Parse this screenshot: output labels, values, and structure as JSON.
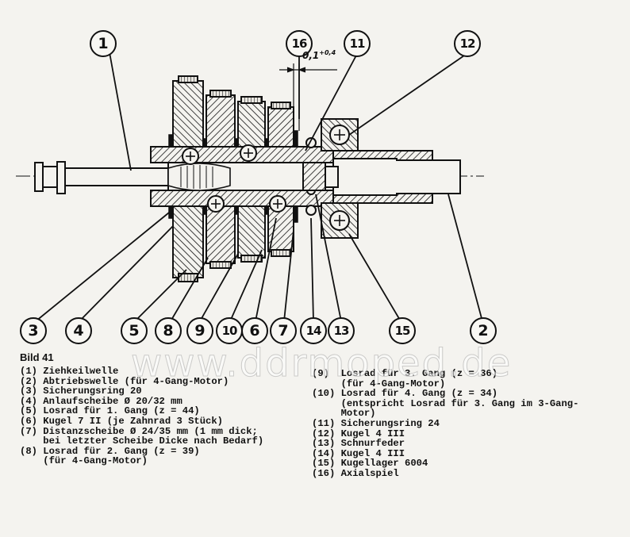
{
  "figure": {
    "label": "Bild 41",
    "tolerance": "0,1",
    "tolerance_sup": "+0,4"
  },
  "callouts": [
    "1",
    "16",
    "11",
    "12",
    "3",
    "4",
    "5",
    "8",
    "9",
    "10",
    "6",
    "7",
    "14",
    "13",
    "15",
    "2"
  ],
  "legend_left": [
    "(1) Ziehkeilwelle",
    "(2) Abtriebswelle (für 4-Gang-Motor)",
    "(3) Sicherungsring 20",
    "(4) Anlaufscheibe Ø 20/32 mm",
    "(5) Losrad für 1. Gang (z = 44)",
    "(6) Kugel 7 II (je Zahnrad 3 Stück)",
    "(7) Distanzscheibe Ø 24/35 mm (1 mm dick;",
    "    bei letzter Scheibe Dicke nach Bedarf)",
    "(8) Losrad für 2. Gang (z = 39)",
    "    (für 4-Gang-Motor)"
  ],
  "legend_right": [
    "(9)  Losrad für 3. Gang (z = 36)",
    "     (für 4-Gang-Motor)",
    "(10) Losrad für 4. Gang (z = 34)",
    "     (entspricht Losrad für 3. Gang im 3-Gang-",
    "     Motor)",
    "(11) Sicherungsring 24",
    "(12) Kugel 4 III",
    "(13) Schnurfeder",
    "(14) Kugel 4 III",
    "(15) Kugellager 6004",
    "(16) Axialspiel"
  ],
  "watermark": "www.ddrmoped.de"
}
